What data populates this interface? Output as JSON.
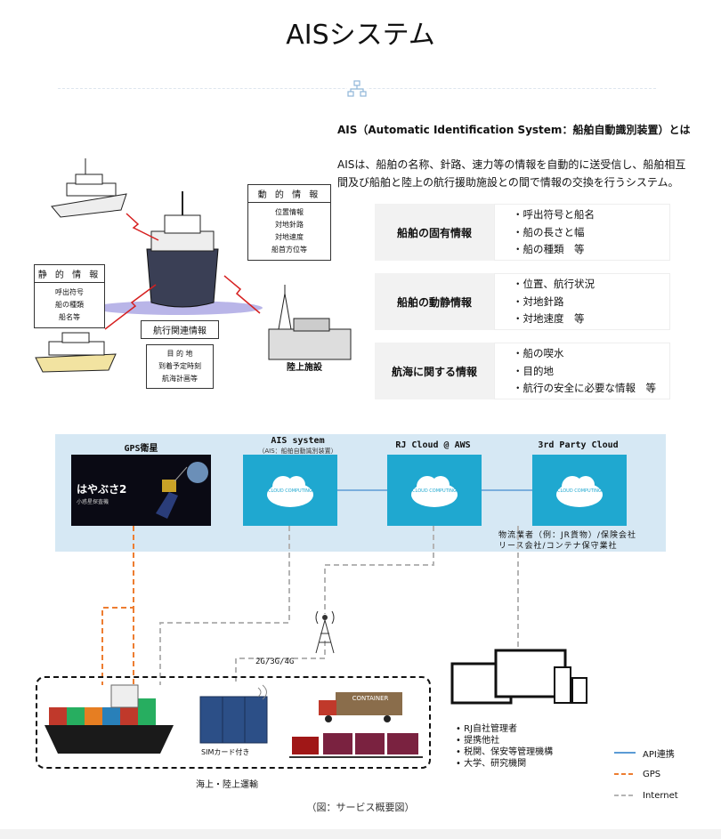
{
  "page": {
    "title": "AISシステム",
    "caption": "（図：サービス概要図）"
  },
  "definition": {
    "title": "AIS（Automatic Identification System：船舶自動識別装置）とは",
    "body": "AISは、船舶の名称、針路、速力等の情報を自動的に送受信し、船舶相互間及び船舶と陸上の航行援助施設との間で情報の交換を行うシステム。"
  },
  "info_table": [
    {
      "label": "船舶の固有情報",
      "items": [
        "・呼出符号と船名",
        "・船の長さと幅",
        "・船の種類　等"
      ]
    },
    {
      "label": "船舶の動静情報",
      "items": [
        "・位置、航行状況",
        "・対地針路",
        "・対地速度　等"
      ]
    },
    {
      "label": "航海に関する情報",
      "items": [
        "・船の喫水",
        "・目的地",
        "・航行の安全に必要な情報　等"
      ]
    }
  ],
  "illustration": {
    "dynamic": {
      "title": "動 的 情 報",
      "lines": [
        "位置情報",
        "対地針路",
        "対地速度",
        "船首方位等"
      ]
    },
    "static": {
      "title": "静 的 情 報",
      "lines": [
        "呼出符号",
        "船の種類",
        "船名等"
      ]
    },
    "voyage": {
      "title": "航行関連情報",
      "lines": [
        "目 的 地",
        "到着予定時刻",
        "航海計画等"
      ]
    },
    "shore": "陸上施設"
  },
  "service": {
    "clouds": [
      {
        "title": "GPS衛星",
        "sub": ""
      },
      {
        "title": "AIS system",
        "sub": "（AIS：船舶自動識別装置）"
      },
      {
        "title": "RJ Cloud @ AWS",
        "sub": ""
      },
      {
        "title": "3rd Party Cloud",
        "sub": ""
      }
    ],
    "satellite_label": "はやぶさ2",
    "satellite_sub": "小惑星探査機",
    "cloud_icon_text": "CLOUD COMPUTING",
    "partners_line1": "物流業者（例：JR貨物）/保険会社",
    "partners_line2": "リース会社/コンテナ保守業社",
    "network": "2G/3G/4G",
    "sim": "SIMカード付き",
    "transport": "海上・陸上運輸",
    "container_text": "CONTAINER",
    "users": [
      "RJ自社管理者",
      "提携他社",
      "税関、保安等管理機構",
      "大学、研究機関"
    ],
    "legend": [
      {
        "label": "API連携",
        "color": "#5b9bd5",
        "style": "solid"
      },
      {
        "label": "GPS",
        "color": "#ed7d31",
        "style": "dashed"
      },
      {
        "label": "Internet",
        "color": "#b4b4b4",
        "style": "dashed"
      }
    ]
  }
}
